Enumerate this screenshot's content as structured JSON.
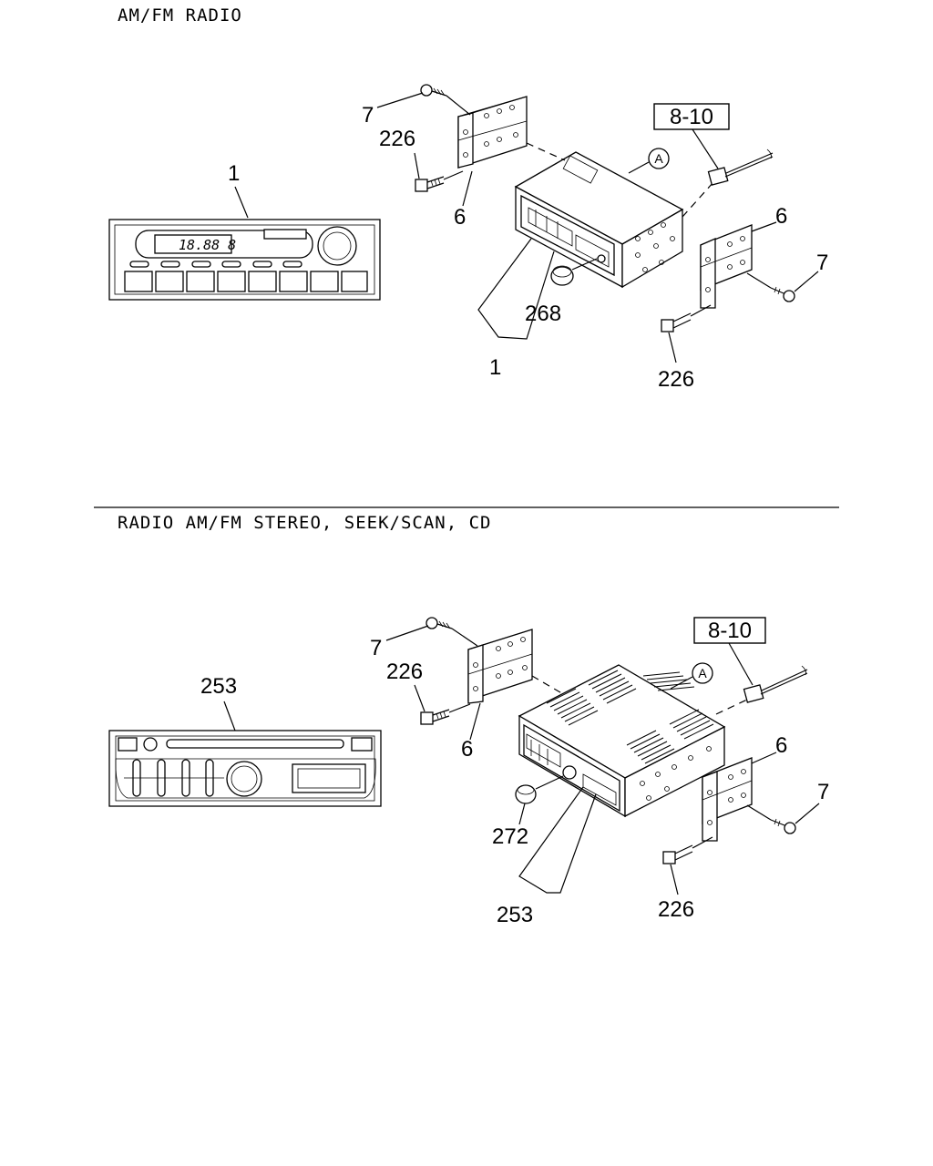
{
  "sections": [
    {
      "title": "AM/FM RADIO",
      "display_reading": "18.88 8",
      "callouts": {
        "radio_detail": "1",
        "screw_upper": "7",
        "bolt_upper": "226",
        "bracket_left": "6",
        "bracket_right": "6",
        "screw_right": "7",
        "knob": "268",
        "radio_assembly": "1",
        "bolt_lower": "226"
      },
      "ref_box": "8-10",
      "circle_marker": "A"
    },
    {
      "title": "RADIO AM/FM STEREO, SEEK/SCAN, CD",
      "callouts": {
        "radio_detail": "253",
        "screw_upper": "7",
        "bolt_upper": "226",
        "bracket_left": "6",
        "bracket_right": "6",
        "screw_right": "7",
        "knob": "272",
        "radio_assembly": "253",
        "bolt_lower": "226"
      },
      "ref_box": "8-10",
      "circle_marker": "A"
    }
  ]
}
